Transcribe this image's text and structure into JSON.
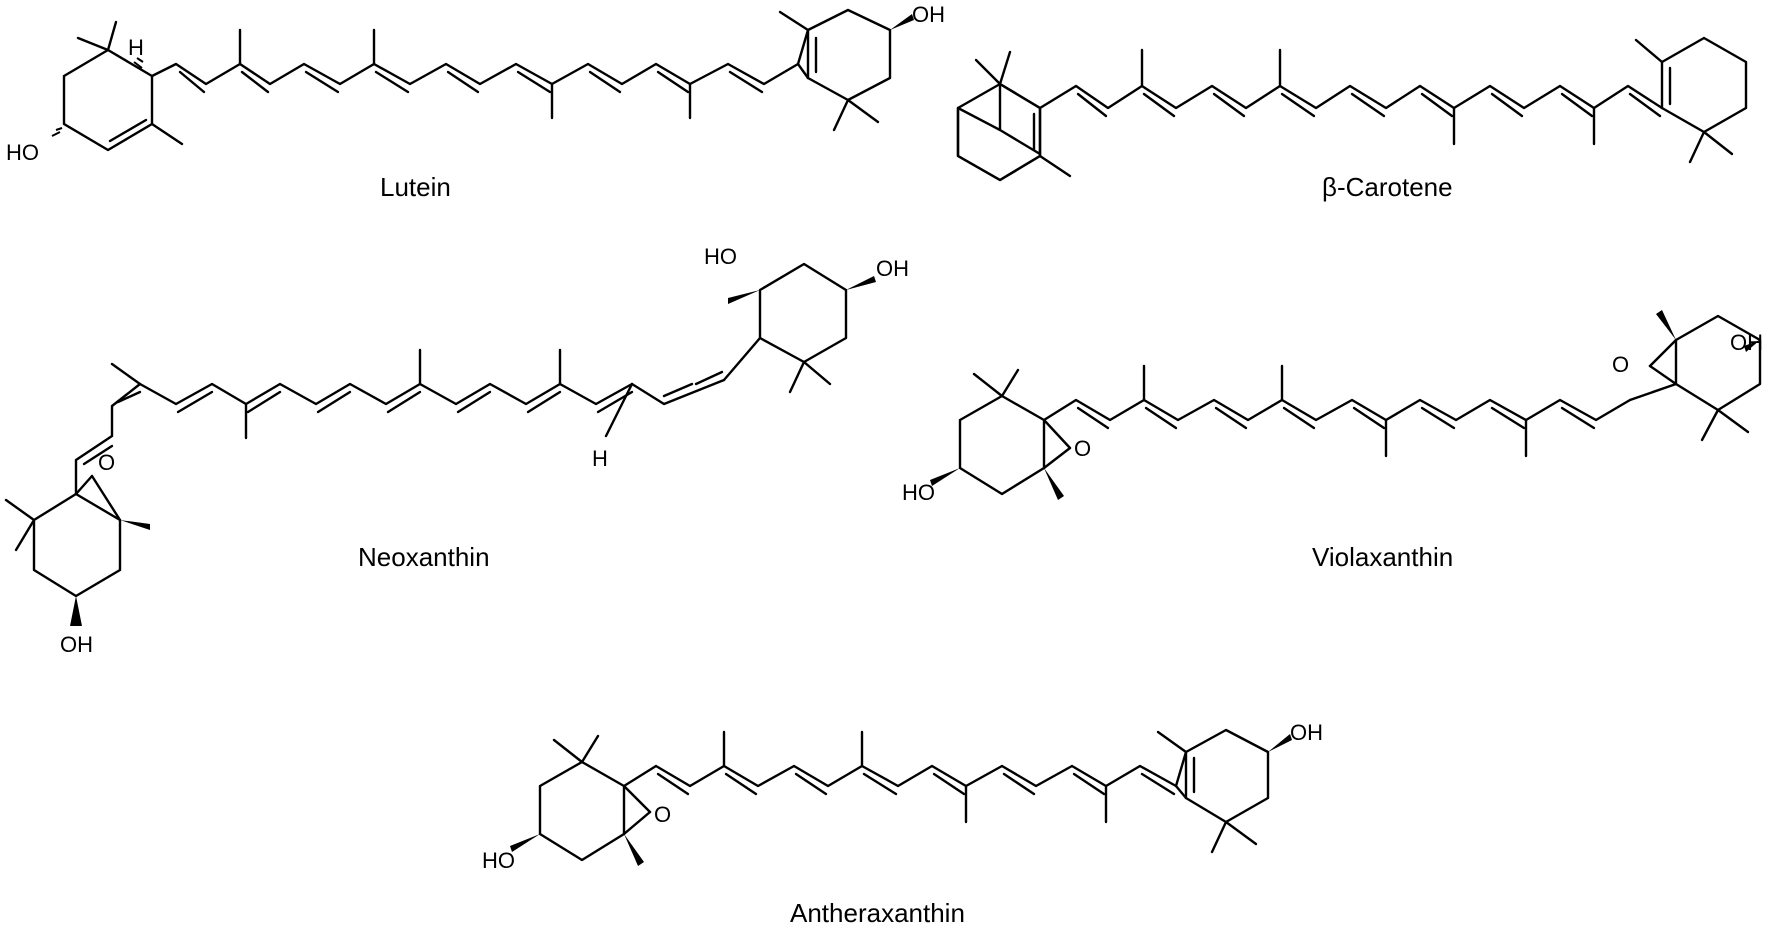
{
  "compounds": [
    {
      "name": "Lutein"
    },
    {
      "name": "β-Carotene"
    },
    {
      "name": "Neoxanthin"
    },
    {
      "name": "Violaxanthin"
    },
    {
      "name": "Antheraxanthin"
    }
  ],
  "atoms": {
    "oh": "OH",
    "ho": "HO",
    "o": "O",
    "h": "H"
  }
}
